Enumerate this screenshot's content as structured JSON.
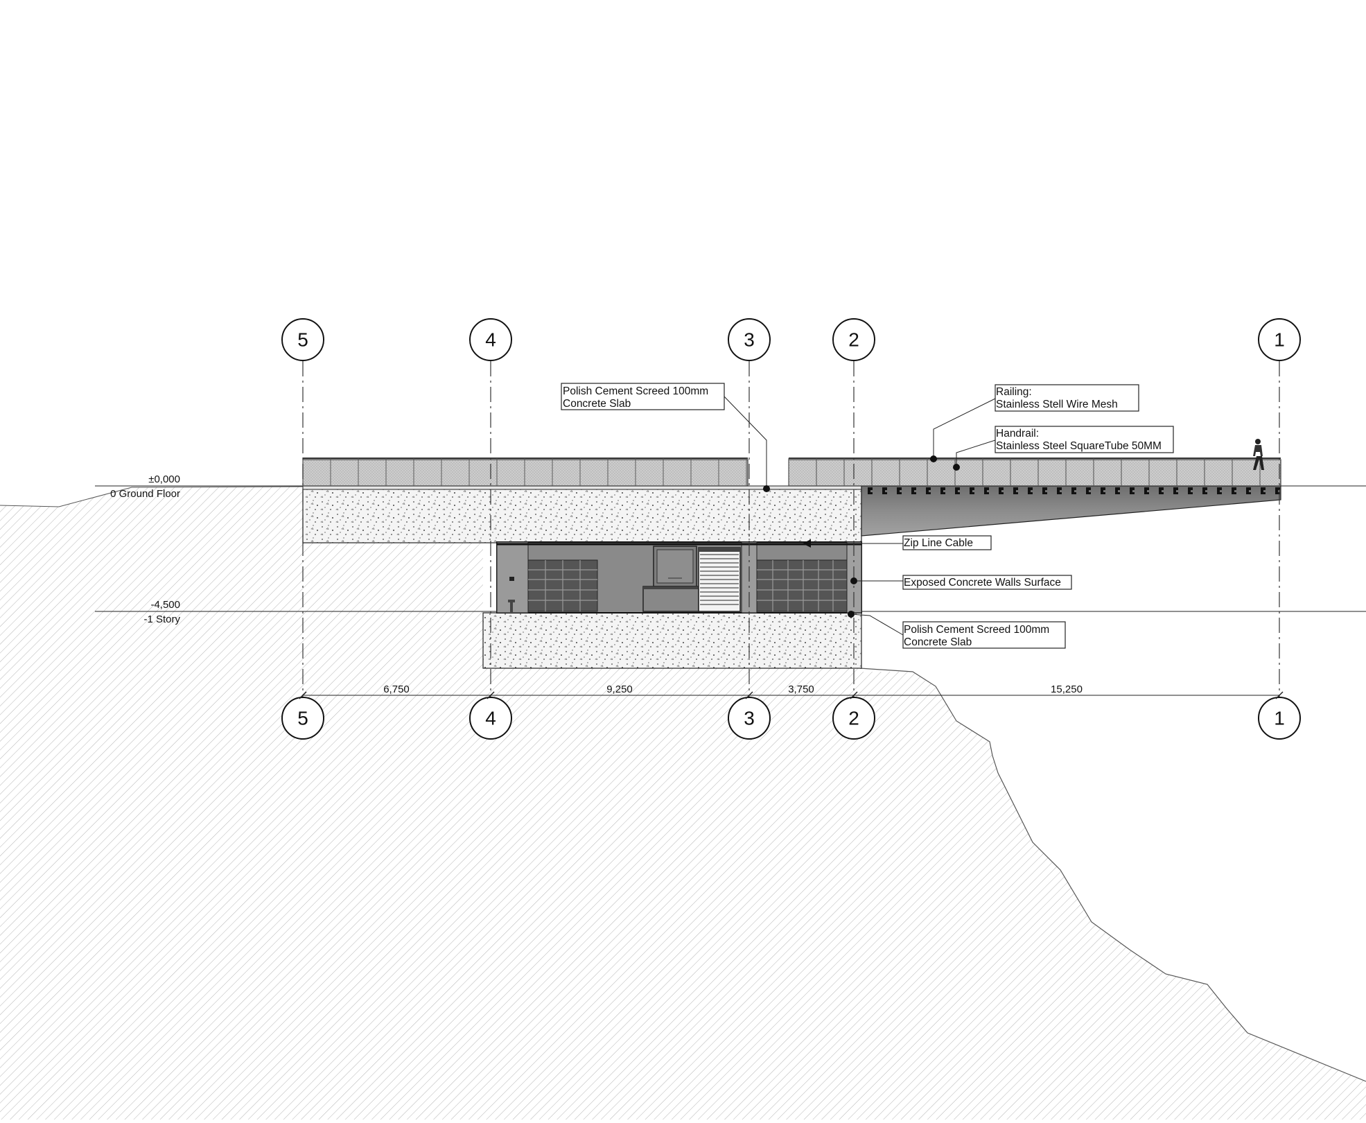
{
  "grid_lines": [
    {
      "label": "5"
    },
    {
      "label": "4"
    },
    {
      "label": "3"
    },
    {
      "label": "2"
    },
    {
      "label": "1"
    }
  ],
  "levels": [
    {
      "value": "±0,000",
      "name": "0 Ground Floor"
    },
    {
      "value": "-4,500",
      "name": "-1 Story"
    }
  ],
  "dimensions": [
    "6,750",
    "9,250",
    "3,750",
    "15,250"
  ],
  "annotations": {
    "top_slab": [
      "Polish Cement Screed 100mm",
      "Concrete Slab"
    ],
    "railing": [
      "Railing:",
      "Stainless Stell Wire Mesh"
    ],
    "handrail": [
      "Handrail:",
      "Stainless Steel SquareTube 50MM"
    ],
    "zip_line": "Zip Line Cable",
    "walls": "Exposed Concrete Walls Surface",
    "bottom_slab": [
      "Polish Cement Screed 100mm",
      "Concrete Slab"
    ]
  },
  "colors": {
    "line": "#111111",
    "hatch": "#b5b5b5",
    "interior": "#8a8a8a",
    "railing_fill": "#c9c9c9"
  }
}
